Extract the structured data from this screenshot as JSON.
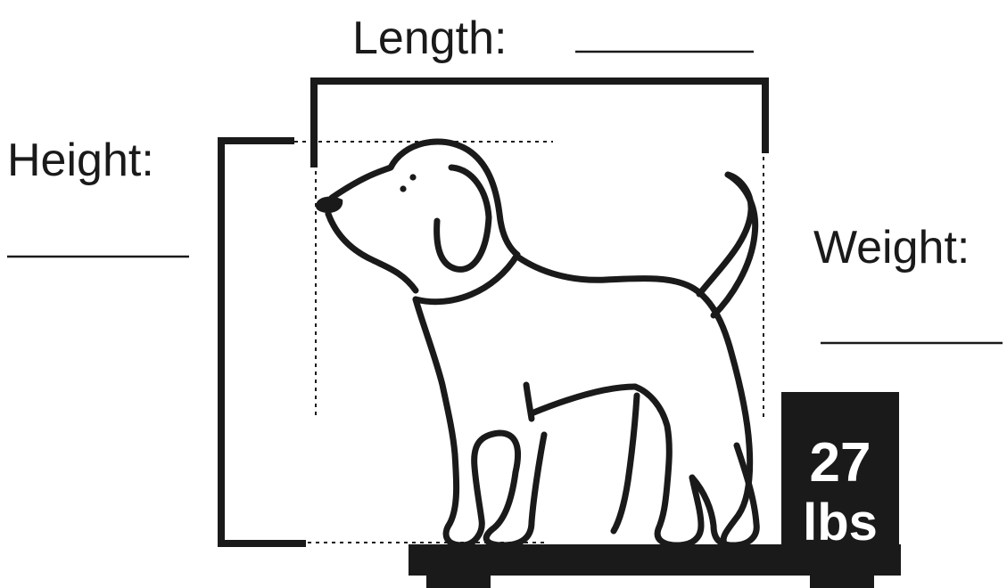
{
  "labels": {
    "length": "Length:",
    "height": "Height:",
    "weight": "Weight:"
  },
  "scale": {
    "value": "27",
    "unit": "lbs"
  },
  "colors": {
    "ink": "#1a1a1a",
    "background": "#ffffff",
    "scale_text": "#ffffff"
  },
  "icons": {
    "dog": "dog-outline-icon",
    "scale": "scale-platform-icon"
  }
}
